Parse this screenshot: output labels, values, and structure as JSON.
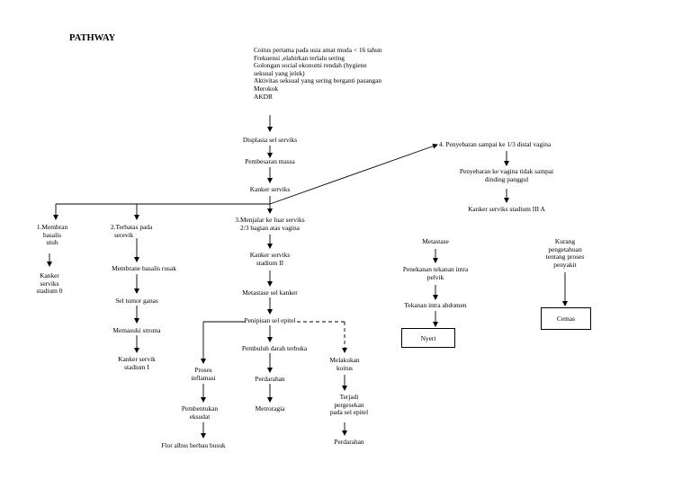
{
  "title": "PATHWAY",
  "causes": [
    "Coitus pertama pada usia amat muda < 16 tahun",
    "Frekuensi ,elahirkan terlalu sering",
    "Golongan social ekonomi rendah (hygiene",
    "seksual yang jelek)",
    "Aktivitas seksual yang sering berganti pasangan",
    "Merokok",
    "AKDR"
  ],
  "main": {
    "displasia": "Displasia sel serviks",
    "pembesaran": "Pembesaran massa",
    "kanker": "Kanker serviks"
  },
  "branch1": {
    "head": [
      "1.Membran",
      "basalis",
      "utuh"
    ],
    "result": [
      "Kanker",
      "serviks",
      "stadium 0"
    ]
  },
  "branch2": {
    "head": [
      "2.Terbatas pada",
      "serevik"
    ],
    "membrane": "Membrane basalis rusak",
    "tumor": "Sel tumor ganas",
    "stroma": "Memasuki stroma",
    "result": [
      "Kanker servik",
      "stadium I"
    ]
  },
  "branch3": {
    "head": [
      "3.Menjalar ke luar serviks",
      "2/3 bagian atas vagina"
    ],
    "stadium": [
      "Kanker serviks",
      "stadium II"
    ],
    "metastase": "Metastase sel kanker",
    "penipisan": "Penipisan sel epitel",
    "proses": [
      "Proses",
      "inflamasi"
    ],
    "pembentukan": [
      "Pembentukan",
      "eksudat"
    ],
    "flor": "Flor  albus berbau busuk",
    "pembuluh": "Pembuluh darah terbuka",
    "perdarahan": "Perdarahan",
    "metroragia": "Metroragia",
    "melakukan": [
      "Melakukan",
      "koitus"
    ],
    "terjadi": [
      "Terjadi",
      "pergesekan",
      "pada sel epitel"
    ],
    "perdarahan2": "Perdarahan"
  },
  "branch4": {
    "head": "4.  Penyebaran sampai ke 1/3 distal vagina",
    "penyebaran": [
      "Penyebaran ke vagina tidak sampai",
      "dinding panggul"
    ],
    "stadium": "Kanker serviks stadium  III A"
  },
  "metastase_col": {
    "head": "Metastase",
    "penekanan": [
      "Penekanan tekanan intra",
      "pelvik"
    ],
    "tekanan": "Tekanan intra abdomen",
    "nyeri": "Nyeri"
  },
  "cemas_col": {
    "head": [
      "Kurang",
      "pengetahuan",
      "tentang proses",
      "penyakit"
    ],
    "cemas": "Cemas"
  }
}
